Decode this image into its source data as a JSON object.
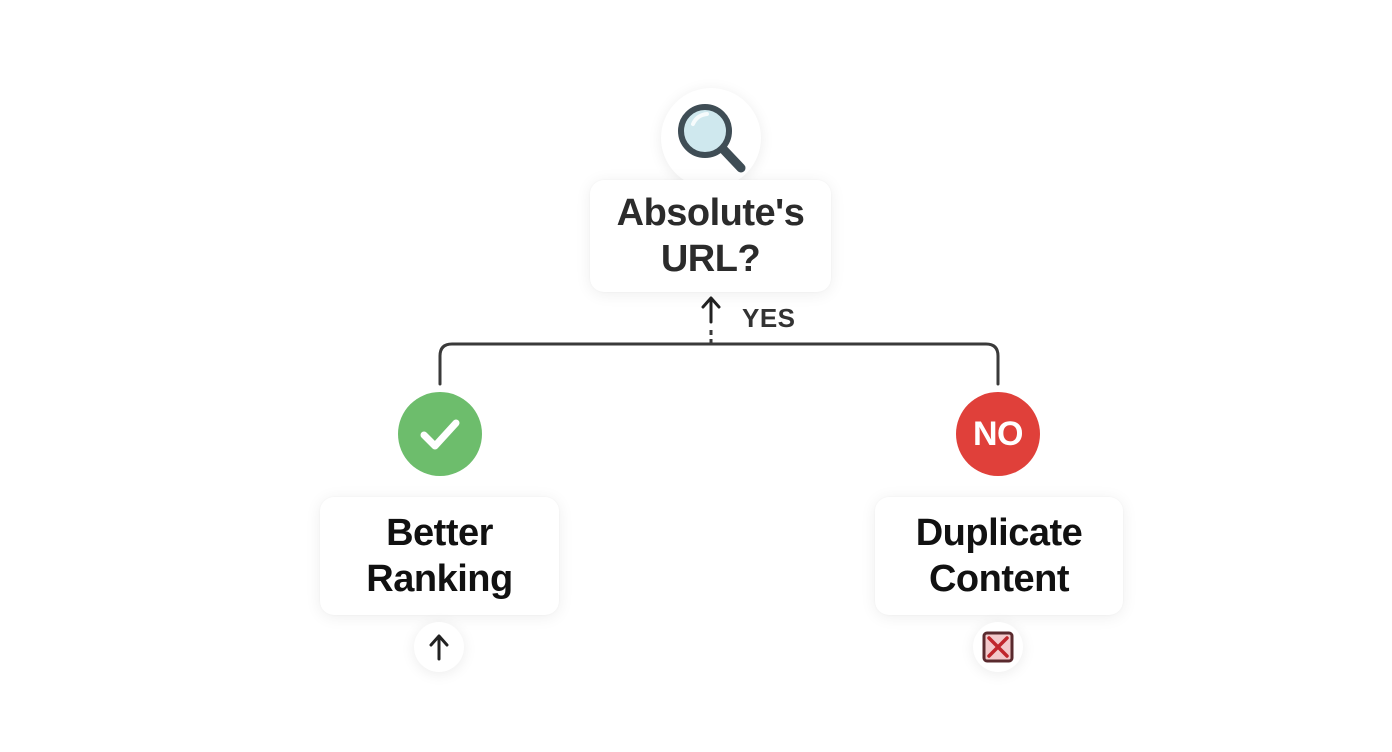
{
  "question": {
    "lines": [
      "Absolute's",
      "URL?"
    ],
    "icon": "magnifying-glass-icon"
  },
  "connector": {
    "yes_label": "YES"
  },
  "branches": {
    "left": {
      "status_icon": "check-icon",
      "status_color": "#6dbd6c",
      "lines": [
        "Better",
        "Ranking"
      ],
      "footer_icon": "arrow-up-icon"
    },
    "right": {
      "status_label": "NO",
      "status_color": "#e0403a",
      "lines": [
        "Duplicate",
        "Content"
      ],
      "footer_icon": "x-box-icon"
    }
  },
  "colors": {
    "line": "#3a3a3a",
    "magnifier_lens": "#cfe8ee",
    "magnifier_frame": "#3f4d55"
  }
}
